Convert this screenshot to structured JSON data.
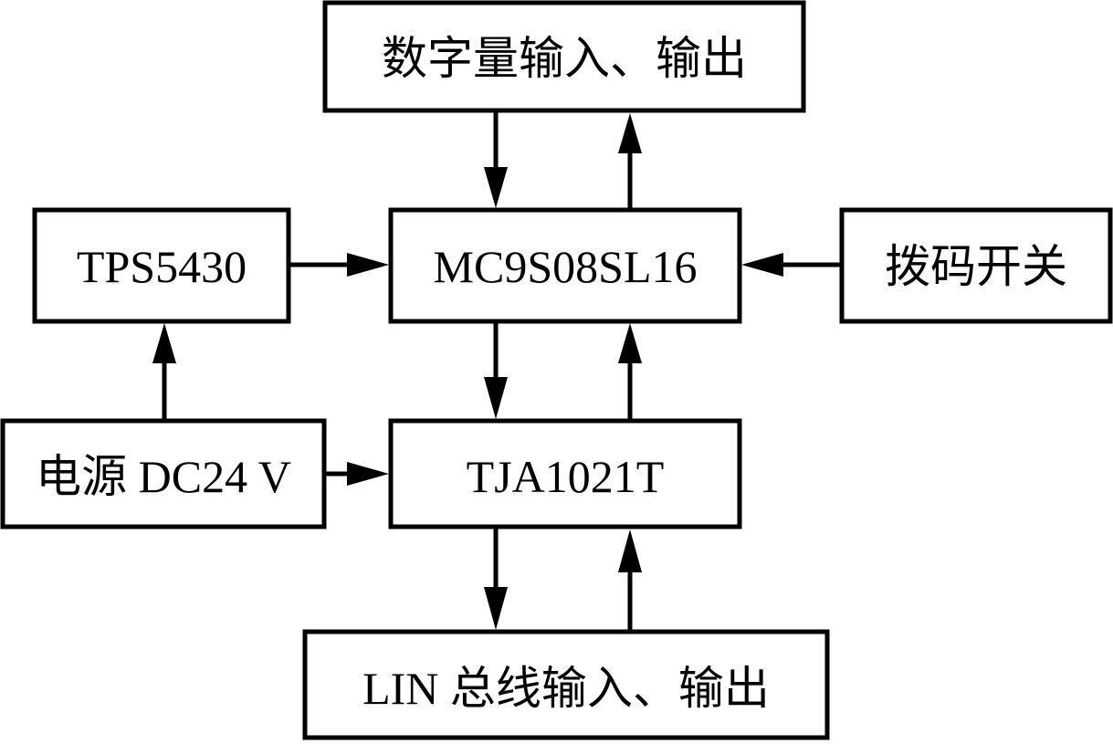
{
  "diagram": {
    "type": "block-diagram",
    "nodes": [
      {
        "id": "digital_io",
        "label": "数字量输入、输出"
      },
      {
        "id": "tps5430",
        "label": "TPS5430"
      },
      {
        "id": "mcu",
        "label": "MC9S08SL16"
      },
      {
        "id": "dip_switch",
        "label": "拨码开关"
      },
      {
        "id": "power",
        "label": "电源 DC24 V"
      },
      {
        "id": "tja1021t",
        "label": "TJA1021T"
      },
      {
        "id": "lin_io",
        "label": "LIN 总线输入、输出"
      }
    ],
    "edges": [
      {
        "from": "digital_io",
        "to": "mcu"
      },
      {
        "from": "mcu",
        "to": "digital_io"
      },
      {
        "from": "tps5430",
        "to": "mcu"
      },
      {
        "from": "dip_switch",
        "to": "mcu"
      },
      {
        "from": "power",
        "to": "tps5430"
      },
      {
        "from": "power",
        "to": "tja1021t"
      },
      {
        "from": "mcu",
        "to": "tja1021t"
      },
      {
        "from": "tja1021t",
        "to": "mcu"
      },
      {
        "from": "tja1021t",
        "to": "lin_io"
      },
      {
        "from": "lin_io",
        "to": "tja1021t"
      }
    ],
    "colors": {
      "stroke": "#000000",
      "background": "#ffffff"
    }
  }
}
